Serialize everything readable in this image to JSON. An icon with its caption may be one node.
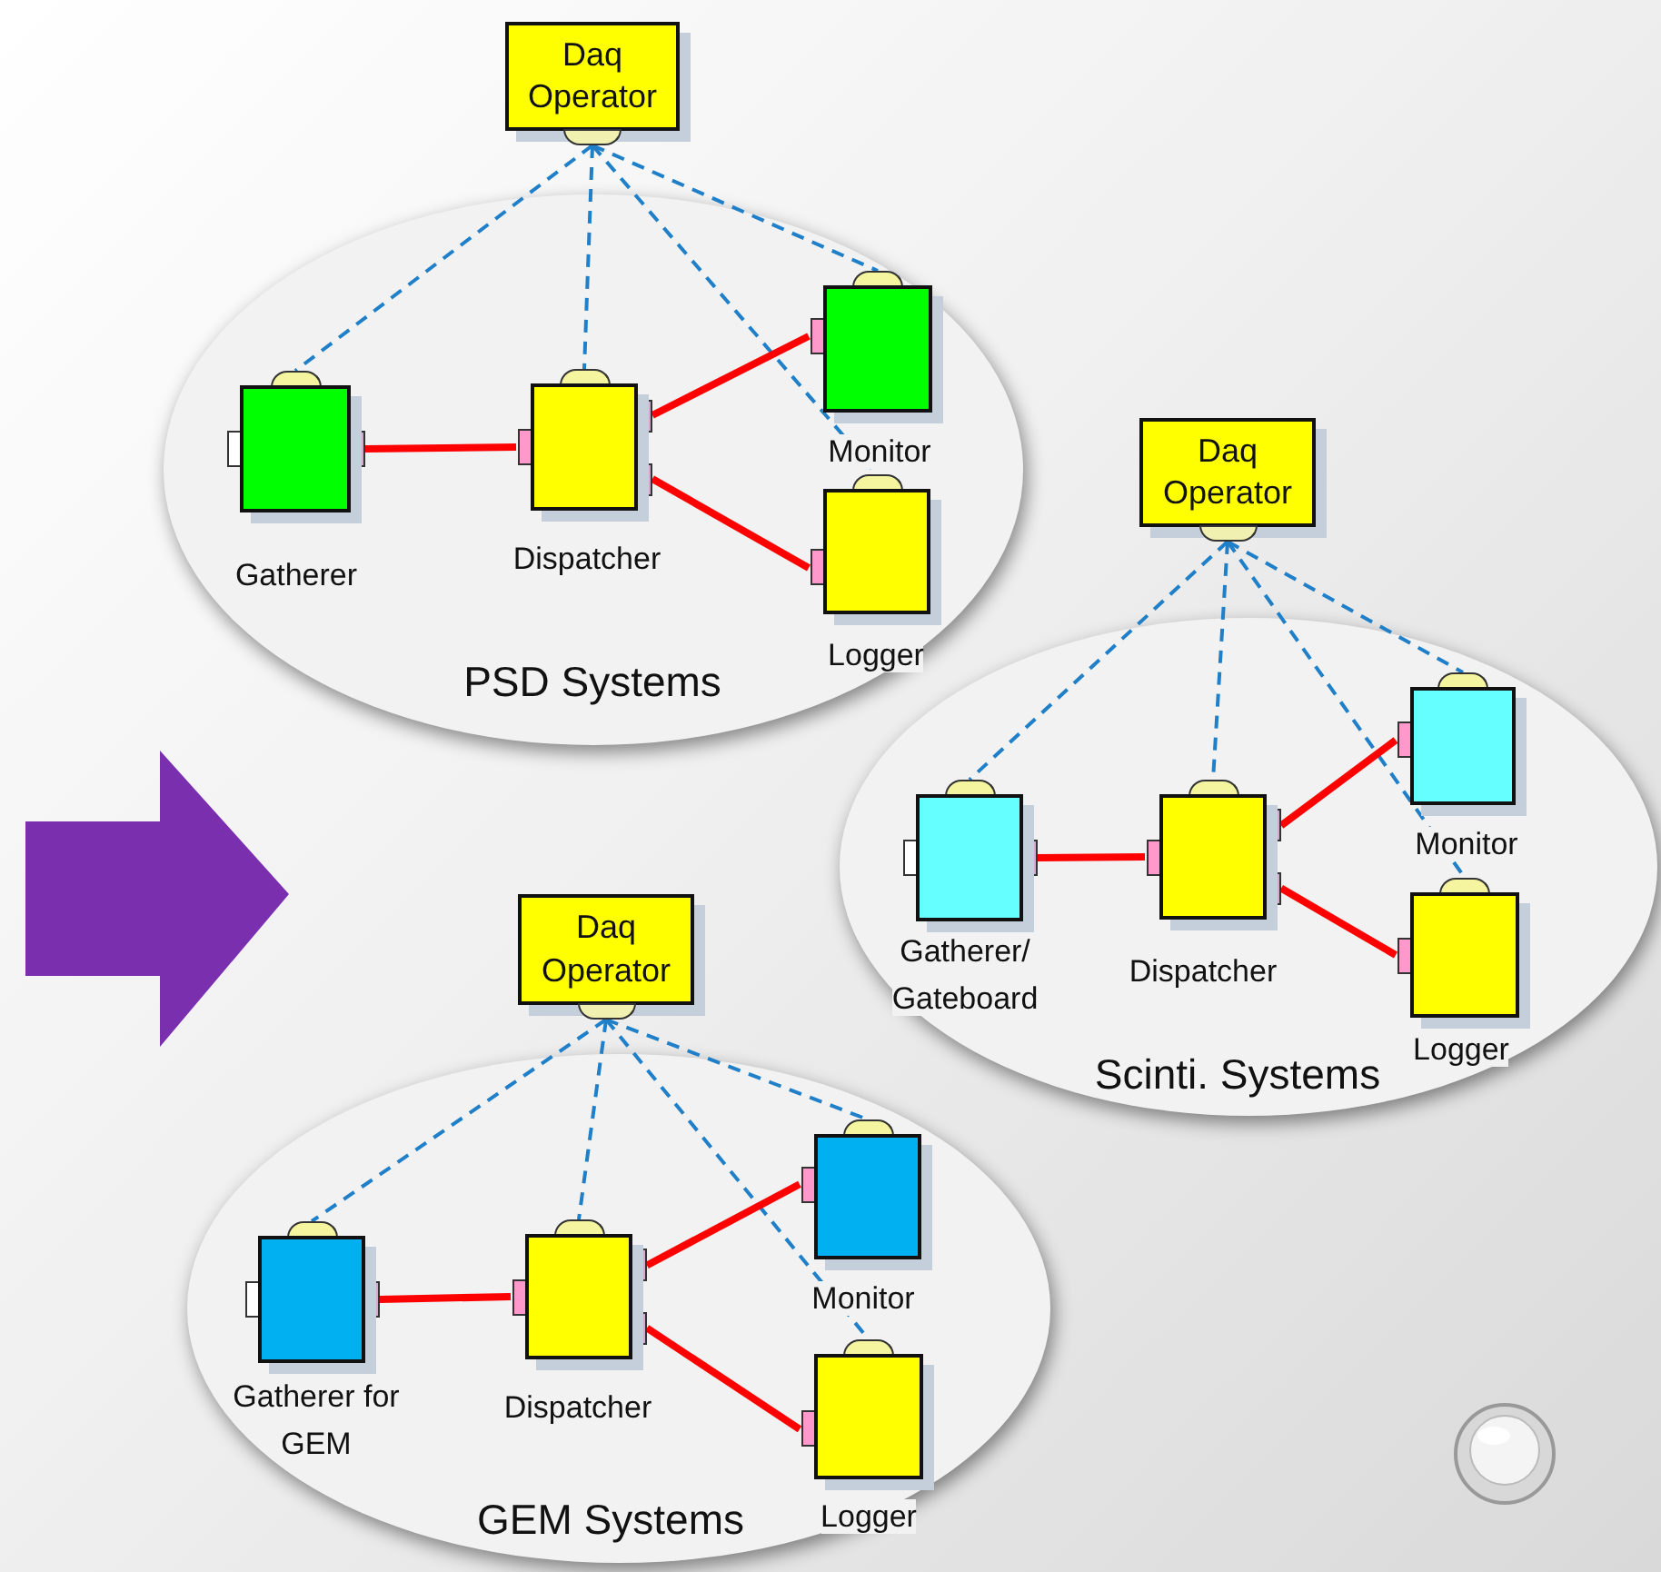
{
  "diagram": {
    "nodes": [
      {
        "text": [
          "Daq Operator"
        ]
      },
      {
        "text": [
          "PSD Systems"
        ]
      },
      {
        "text": [],
        "shape": "box",
        "in": 1,
        "beside": [
          "Gatherer"
        ]
      },
      {
        "text": [],
        "shape": "box",
        "in": 1,
        "beside": [
          "Dispatcher"
        ]
      },
      {
        "text": [],
        "shape": "box",
        "in": 1,
        "beside": [
          "Monitor"
        ]
      },
      {
        "text": [],
        "shape": "box",
        "in": 1,
        "beside": [
          "Logger"
        ]
      },
      {
        "text": [
          "Daq Operator"
        ]
      },
      {
        "text": [
          "Scinti. Systems"
        ]
      },
      {
        "text": [],
        "shape": "box",
        "in": 7,
        "beside": [
          "Gatherer/ Gateboard"
        ]
      },
      {
        "text": [],
        "shape": "box",
        "in": 7,
        "beside": [
          "Dispatcher"
        ]
      },
      {
        "text": [],
        "shape": "box",
        "in": 7,
        "beside": [
          "Monitor"
        ]
      },
      {
        "text": [],
        "shape": "box",
        "in": 7,
        "beside": [
          "Logger"
        ]
      },
      {
        "text": [
          "Daq Operator"
        ]
      },
      {
        "text": [
          "GEM Systems"
        ]
      },
      {
        "text": [],
        "shape": "box",
        "in": 13,
        "beside": [
          "Gatherer for GEM"
        ]
      },
      {
        "text": [],
        "shape": "box",
        "in": 13,
        "beside": [
          "Dispatcher"
        ]
      },
      {
        "text": [],
        "shape": "box",
        "in": 13,
        "beside": [
          "Monitor"
        ]
      },
      {
        "text": [],
        "shape": "box",
        "in": 13,
        "beside": [
          "Logger"
        ]
      }
    ],
    "edges": [
      {
        "from": 0,
        "to": 2,
        "arrow": "none",
        "style": "dashed"
      },
      {
        "from": 0,
        "to": 3,
        "arrow": "none",
        "style": "dashed"
      },
      {
        "from": 0,
        "to": 4,
        "arrow": "none",
        "style": "dashed"
      },
      {
        "from": 0,
        "to": 5,
        "arrow": "none",
        "style": "dashed"
      },
      {
        "from": 2,
        "to": 3,
        "arrow": "none",
        "style": "thick",
        "color": "#ff0000"
      },
      {
        "from": 3,
        "to": 4,
        "arrow": "none",
        "style": "thick",
        "color": "#ff0000"
      },
      {
        "from": 3,
        "to": 5,
        "arrow": "none",
        "style": "thick",
        "color": "#ff0000"
      },
      {
        "from": 6,
        "to": 8,
        "arrow": "none",
        "style": "dashed"
      },
      {
        "from": 6,
        "to": 9,
        "arrow": "none",
        "style": "dashed"
      },
      {
        "from": 6,
        "to": 10,
        "arrow": "none",
        "style": "dashed"
      },
      {
        "from": 6,
        "to": 11,
        "arrow": "none",
        "style": "dashed"
      },
      {
        "from": 8,
        "to": 9,
        "arrow": "none",
        "style": "thick",
        "color": "#ff0000"
      },
      {
        "from": 9,
        "to": 10,
        "arrow": "none",
        "style": "thick",
        "color": "#ff0000"
      },
      {
        "from": 9,
        "to": 11,
        "arrow": "none",
        "style": "thick",
        "color": "#ff0000"
      },
      {
        "from": 12,
        "to": 14,
        "arrow": "none",
        "style": "dashed"
      },
      {
        "from": 12,
        "to": 15,
        "arrow": "none",
        "style": "dashed"
      },
      {
        "from": 12,
        "to": 16,
        "arrow": "none",
        "style": "dashed"
      },
      {
        "from": 12,
        "to": 17,
        "arrow": "none",
        "style": "dashed"
      },
      {
        "from": 14,
        "to": 15,
        "arrow": "none",
        "style": "thick",
        "color": "#ff0000"
      },
      {
        "from": 15,
        "to": 16,
        "arrow": "none",
        "style": "thick",
        "color": "#ff0000"
      },
      {
        "from": 15,
        "to": 17,
        "arrow": "none",
        "style": "thick",
        "color": "#ff0000"
      }
    ]
  }
}
